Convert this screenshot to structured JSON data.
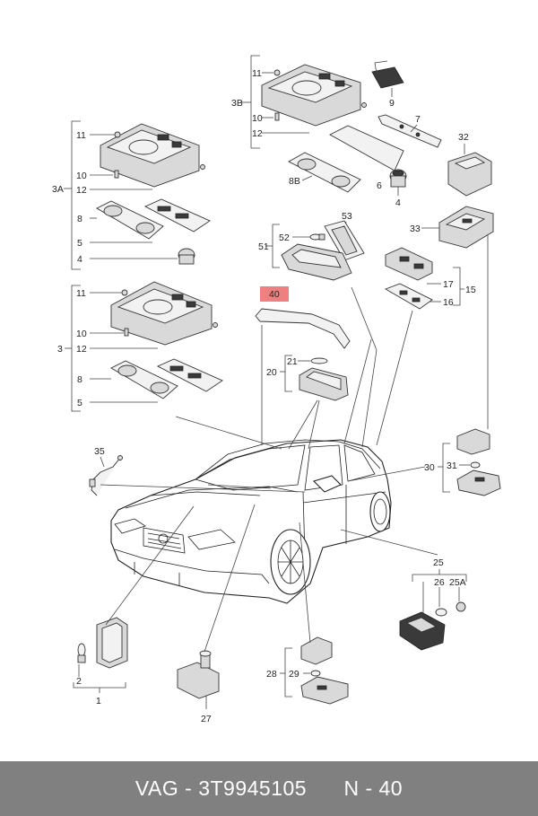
{
  "labels": {
    "l11a": "11",
    "l3b": "3B",
    "l10a": "10",
    "l12a": "12",
    "l9": "9",
    "l7": "7",
    "l32": "32",
    "l8b": "8B",
    "l6": "6",
    "l4a": "4",
    "l11b": "11",
    "l10b": "10",
    "l3a": "3A",
    "l12b": "12",
    "l8a": "8",
    "l5a": "5",
    "l4b": "4",
    "l53": "53",
    "l52": "52",
    "l51": "51",
    "l33": "33",
    "l40": "40",
    "l17": "17",
    "l15": "15",
    "l16": "16",
    "l11c": "11",
    "l10c": "10",
    "l3": "3",
    "l12c": "12",
    "l8c": "8",
    "l5c": "5",
    "l21": "21",
    "l20": "20",
    "l35": "35",
    "l30": "30",
    "l31": "31",
    "l25": "25",
    "l26": "26",
    "l25a": "25A",
    "l2": "2",
    "l1": "1",
    "l28": "28",
    "l29": "29",
    "l27": "27"
  },
  "highlight": {
    "part": "40",
    "color": "#f08080"
  },
  "footer": {
    "brand": "VAG",
    "sep1": " - ",
    "part_number": "3T9945105",
    "gap": "      ",
    "ref_prefix": "N",
    "sep2": " - ",
    "ref_number": "40"
  }
}
